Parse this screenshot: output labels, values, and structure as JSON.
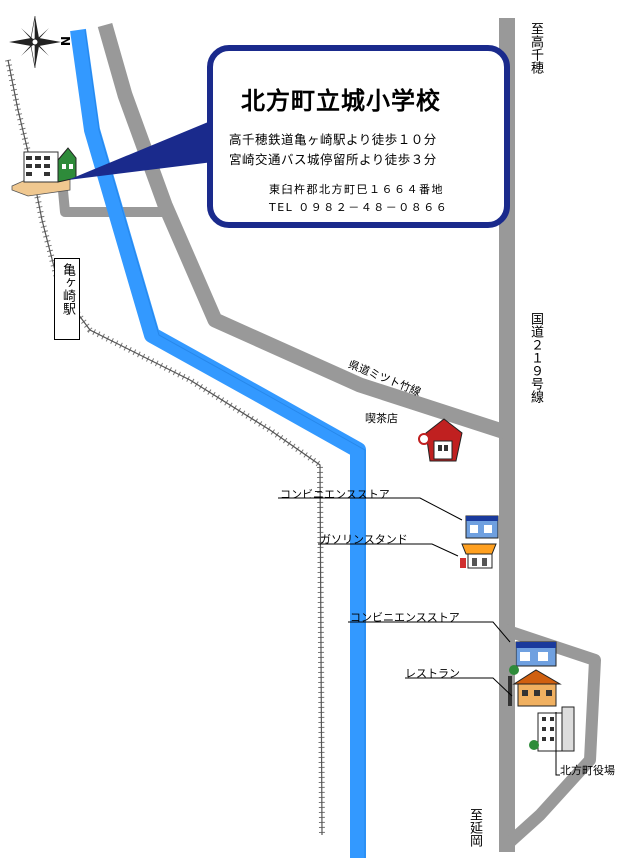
{
  "school": {
    "name": "北方町立城小学校",
    "access_train": "高千穂鉄道亀ヶ崎駅より徒歩１０分",
    "access_bus": "宮崎交通バス城停留所より徒歩３分",
    "address": "東臼杵郡北方町巳１６６４番地",
    "tel": "TEL ０９８２－４８－０８６６"
  },
  "directions": {
    "north_top": "至高千穂",
    "south_bottom": "至延岡"
  },
  "roads": {
    "route219": "国道２１９号線",
    "side_road": "県道ミツト竹線"
  },
  "compass": {
    "label": "N"
  },
  "station": {
    "name": "亀ヶ崎駅"
  },
  "landmarks": {
    "cafe": "喫茶店",
    "convenience1": "コンビニエンスストア",
    "gas": "ガソリンスタンド",
    "convenience2": "コンビニエンスストア",
    "restaurant": "レストラン",
    "townhall": "北方町役場"
  },
  "colors": {
    "river": "#3399ff",
    "road": "#999999",
    "callout_border": "#1a2a8c"
  }
}
